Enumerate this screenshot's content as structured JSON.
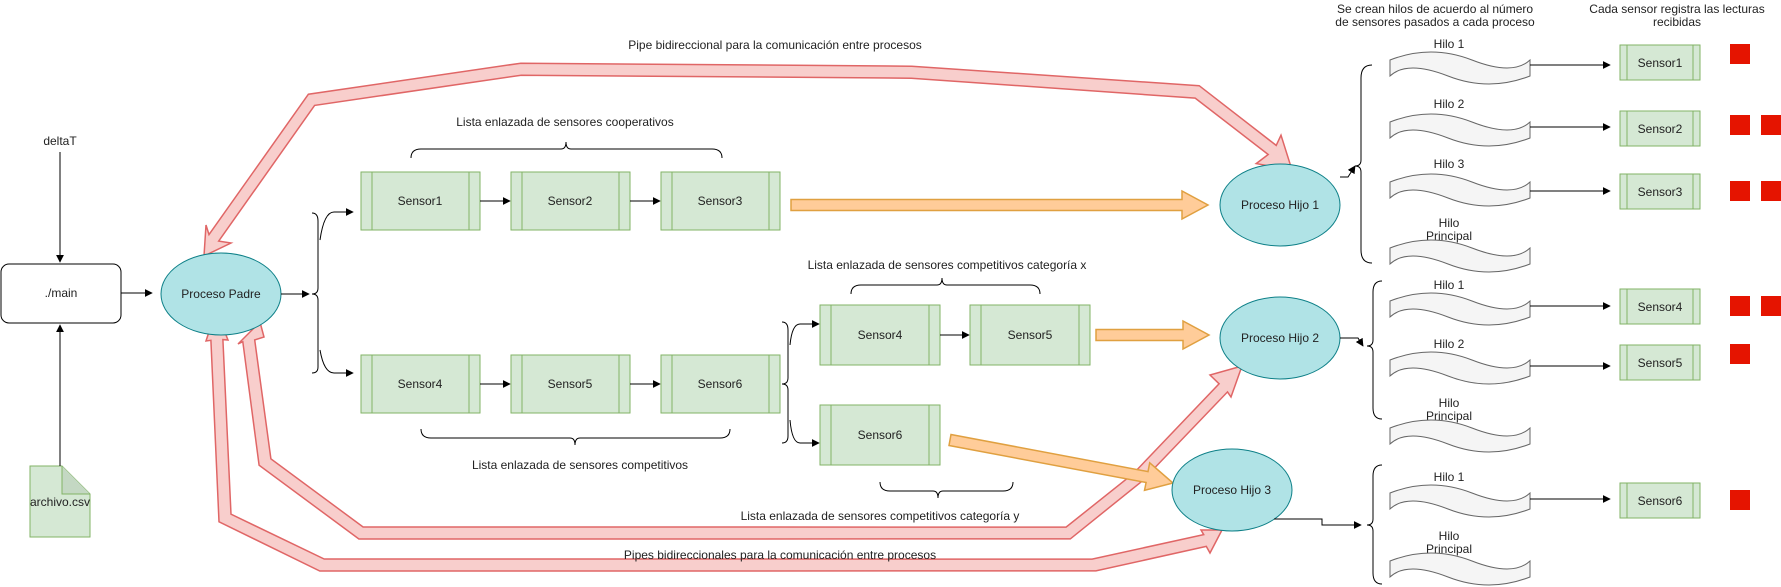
{
  "colors": {
    "sensor_fill": "#d5e8d4",
    "sensor_stroke": "#82b366",
    "process_fill": "#b0e3e6",
    "process_stroke": "#0e8088",
    "pipe_fill": "#f8cecc",
    "pipe_stroke": "#e06666",
    "flow_fill": "#ffcc99",
    "flow_stroke": "#e0a040",
    "thread_fill": "#f5f5f5",
    "thread_stroke": "#666666",
    "reading": "#e51400"
  },
  "labels": {
    "delta_t": "deltaT",
    "main": "./main",
    "csv_file": "archivo.csv",
    "parent": "Proceso Padre",
    "child1": "Proceso Hijo 1",
    "child2": "Proceso Hijo 2",
    "child3": "Proceso Hijo 3",
    "pipe_top": "Pipe bidireccional para la comunicación entre procesos",
    "pipe_bottom": "Pipes bidireccionales para la comunicación entre procesos",
    "list_coop": "Lista enlazada de sensores cooperativos",
    "list_comp": "Lista enlazada de sensores competitivos",
    "list_cat_x": "Lista enlazada de sensores competitivos categoría x",
    "list_cat_y": "Lista enlazada de sensores competitivos categoría y",
    "threads_note_1": "Se crean hilos de acuerdo al número",
    "threads_note_2": "de sensores pasados a cada proceso",
    "readings_note_1": "Cada sensor registra las lecturas",
    "readings_note_2": "recibidas"
  },
  "lists": {
    "coop": [
      "Sensor1",
      "Sensor2",
      "Sensor3"
    ],
    "comp": [
      "Sensor4",
      "Sensor5",
      "Sensor6"
    ],
    "cat_x": [
      "Sensor4",
      "Sensor5"
    ],
    "cat_y": [
      "Sensor6"
    ]
  },
  "threads": {
    "h1_1": "Hilo 1",
    "h1_2": "Hilo 2",
    "h1_3": "Hilo 3",
    "h1_main_1": "Hilo",
    "h1_main_2": "Principal",
    "h2_1": "Hilo 1",
    "h2_2": "Hilo 2",
    "h2_main_1": "Hilo",
    "h2_main_2": "Principal",
    "h3_1": "Hilo 1",
    "h3_main_1": "Hilo",
    "h3_main_2": "Principal"
  },
  "thread_sensors": {
    "s1": "Sensor1",
    "s2": "Sensor2",
    "s3": "Sensor3",
    "s4": "Sensor4",
    "s5": "Sensor5",
    "s6": "Sensor6"
  },
  "readings": {
    "s1": 1,
    "s2": 2,
    "s3": 2,
    "s4": 2,
    "s5": 1,
    "s6": 1
  }
}
